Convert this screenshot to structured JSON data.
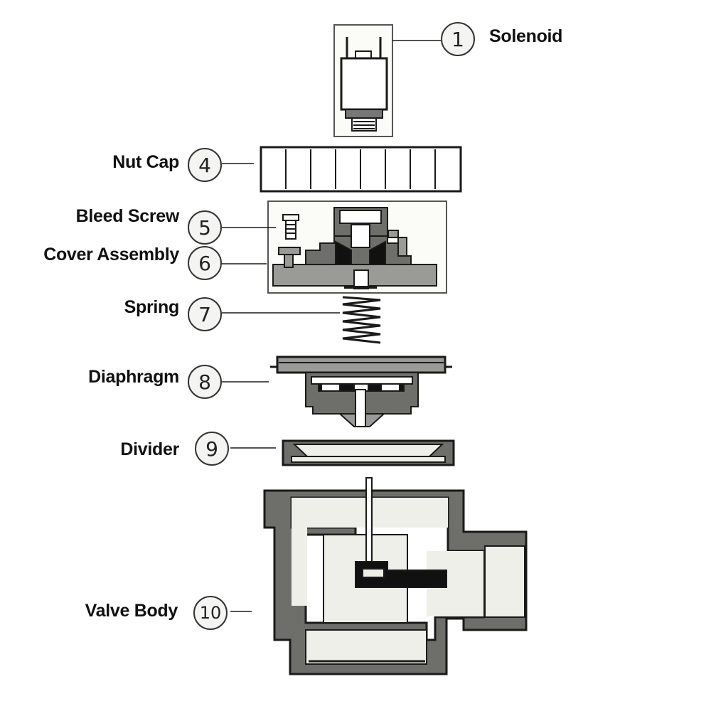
{
  "parts": [
    {
      "number": "1",
      "name": "Solenoid"
    },
    {
      "number": "4",
      "name": "Nut Cap"
    },
    {
      "number": "5",
      "name": "Bleed Screw"
    },
    {
      "number": "6",
      "name": "Cover Assembly"
    },
    {
      "number": "7",
      "name": "Spring"
    },
    {
      "number": "8",
      "name": "Diaphragm"
    },
    {
      "number": "9",
      "name": "Divider"
    },
    {
      "number": "10",
      "name": "Valve Body"
    }
  ],
  "colors": {
    "fill_dark": "#6e6e6a",
    "fill_mid": "#9a9a96",
    "fill_light": "#efefea",
    "stroke": "#1a1a1a"
  }
}
